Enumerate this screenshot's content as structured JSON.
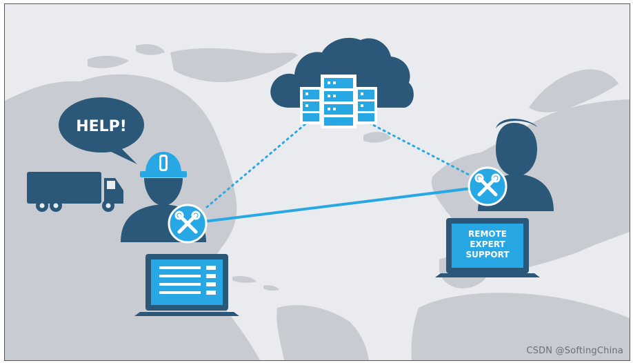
{
  "bubble": {
    "text": "HELP!"
  },
  "remote_screen": {
    "lines": [
      "REMOTE",
      "EXPERT",
      "SUPPORT"
    ]
  },
  "watermark": "CSDN @SoftingChina",
  "colors": {
    "background": "#e9ebee",
    "land": "#c8ccd2",
    "navy": "#2b5878",
    "accent": "#27a8e4",
    "light_accent": "#7fd0f5"
  },
  "icons": [
    "cloud-icon",
    "server-icon",
    "truck-icon",
    "hard-hat-icon",
    "tools-icon",
    "laptop-icon",
    "speech-bubble-icon",
    "user-icon"
  ]
}
